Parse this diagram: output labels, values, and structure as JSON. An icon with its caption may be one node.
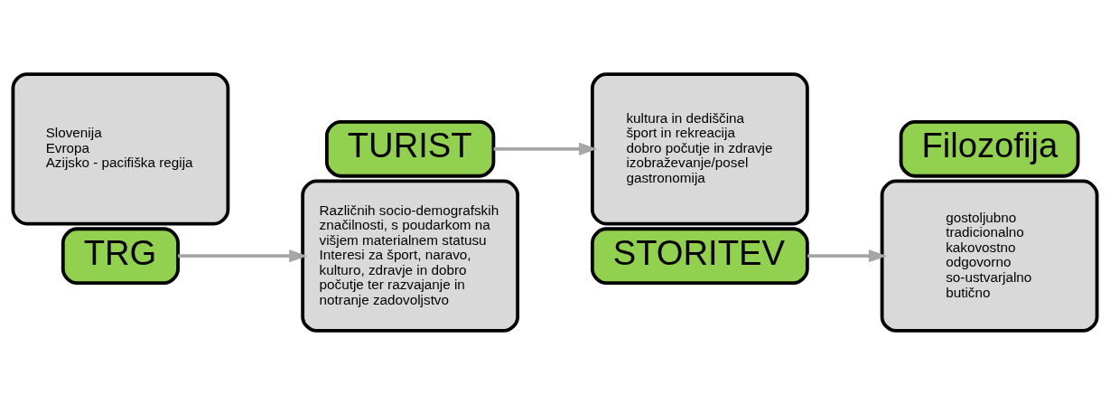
{
  "diagram": {
    "nodes": [
      {
        "text": [
          "Slovenija",
          "Evropa",
          "Azijsko - pacifiška regija"
        ]
      },
      {
        "text": [
          "TRG"
        ]
      },
      {
        "text": [
          "TURIST"
        ]
      },
      {
        "text": [
          "Različnih socio-demografskih značilnosti, s poudarkom na višjem materialnem statusu",
          "Interesi za šport, naravo, kulturo, zdravje in dobro počutje ter razvajanje in notranje zadovoljstvo"
        ]
      },
      {
        "text": [
          "kultura in dediščina",
          "šport in rekreacija",
          "dobro počutje in zdravje",
          "izobraževanje/posel",
          "gastronomija"
        ]
      },
      {
        "text": [
          "STORITEV"
        ]
      },
      {
        "text": [
          "Filozofija"
        ]
      },
      {
        "text": [
          "gostoljubno",
          "tradicionalno",
          "kakovostno",
          "odgovorno",
          "so-ustvarjalno",
          "butično"
        ]
      }
    ],
    "edges": [
      {
        "from": 1,
        "to": 3,
        "arrow": "to"
      },
      {
        "from": 2,
        "to": 4,
        "arrow": "to"
      },
      {
        "from": 5,
        "to": 7,
        "arrow": "to"
      }
    ]
  }
}
